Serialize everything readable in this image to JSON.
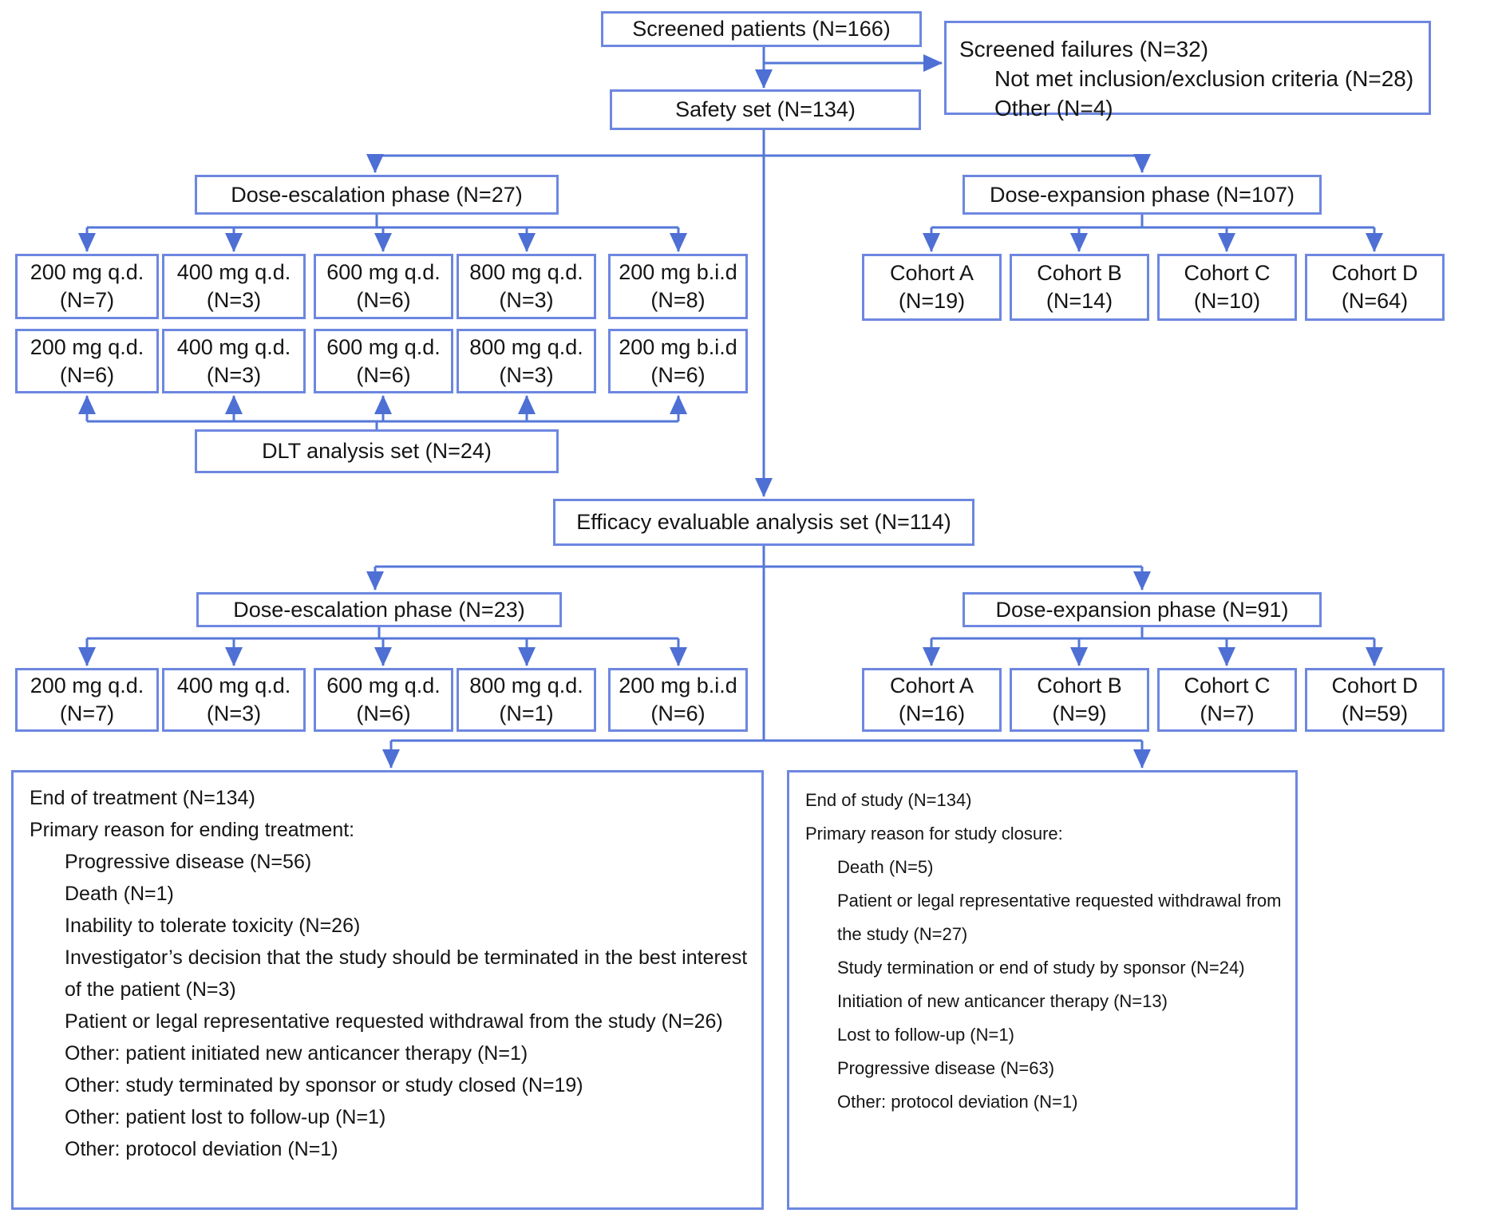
{
  "colors": {
    "box_border": "#6d87e0",
    "connector_line": "#5577d8",
    "arrowhead": "#4e6fd4",
    "text": "#151515",
    "background": "#ffffff"
  },
  "flow": {
    "screened_patients": "Screened patients (N=166)",
    "screened_failures": {
      "title": "Screened failures (N=32)",
      "reason1": "Not met inclusion/exclusion criteria (N=28)",
      "reason2": "Other (N=4)"
    },
    "safety_set": "Safety set (N=134)",
    "dose_escalation_safety": {
      "title": "Dose-escalation phase (N=27)",
      "row1": [
        {
          "dose": "200 mg q.d.",
          "n": "(N=7)"
        },
        {
          "dose": "400 mg q.d.",
          "n": "(N=3)"
        },
        {
          "dose": "600 mg q.d.",
          "n": "(N=6)"
        },
        {
          "dose": "800 mg q.d.",
          "n": "(N=3)"
        },
        {
          "dose": "200 mg b.i.d",
          "n": "(N=8)"
        }
      ],
      "row2": [
        {
          "dose": "200 mg q.d.",
          "n": "(N=6)"
        },
        {
          "dose": "400 mg q.d.",
          "n": "(N=3)"
        },
        {
          "dose": "600 mg q.d.",
          "n": "(N=6)"
        },
        {
          "dose": "800 mg q.d.",
          "n": "(N=3)"
        },
        {
          "dose": "200 mg b.i.d",
          "n": "(N=6)"
        }
      ]
    },
    "dlt_set": "DLT analysis set (N=24)",
    "dose_expansion_safety": {
      "title": "Dose-expansion phase (N=107)",
      "cohorts": [
        {
          "name": "Cohort A",
          "n": "(N=19)"
        },
        {
          "name": "Cohort B",
          "n": "(N=14)"
        },
        {
          "name": "Cohort C",
          "n": "(N=10)"
        },
        {
          "name": "Cohort D",
          "n": "(N=64)"
        }
      ]
    },
    "efficacy_set": "Efficacy evaluable analysis set (N=114)",
    "dose_escalation_efficacy": {
      "title": "Dose-escalation phase (N=23)",
      "row": [
        {
          "dose": "200 mg q.d.",
          "n": "(N=7)"
        },
        {
          "dose": "400 mg q.d.",
          "n": "(N=3)"
        },
        {
          "dose": "600 mg q.d.",
          "n": "(N=6)"
        },
        {
          "dose": "800 mg q.d.",
          "n": "(N=1)"
        },
        {
          "dose": "200 mg b.i.d",
          "n": "(N=6)"
        }
      ]
    },
    "dose_expansion_efficacy": {
      "title": "Dose-expansion phase (N=91)",
      "cohorts": [
        {
          "name": "Cohort A",
          "n": "(N=16)"
        },
        {
          "name": "Cohort B",
          "n": "(N=9)"
        },
        {
          "name": "Cohort C",
          "n": "(N=7)"
        },
        {
          "name": "Cohort D",
          "n": "(N=59)"
        }
      ]
    },
    "end_of_treatment": {
      "items": [
        {
          "t": "End of treatment (N=134)"
        },
        {
          "t": "Primary reason for ending treatment:"
        },
        {
          "t": "Progressive disease  (N=56)"
        },
        {
          "t": "Death (N=1)"
        },
        {
          "t": "Inability to tolerate toxicity (N=26)"
        },
        {
          "t": "Investigator’s decision that the study should be terminated in the best interest of the patient (N=3)"
        },
        {
          "t": "Patient or legal representative requested withdrawal from the study (N=26)"
        },
        {
          "t": "Other: patient initiated new anticancer therapy (N=1)"
        },
        {
          "t": "Other: study terminated by sponsor or study closed (N=19)"
        },
        {
          "t": "Other: patient lost to follow-up (N=1)"
        },
        {
          "t": "Other: protocol deviation (N=1)"
        }
      ]
    },
    "end_of_study": {
      "items": [
        {
          "t": "End of study (N=134)"
        },
        {
          "t": "Primary reason for study closure:"
        },
        {
          "t": "Death (N=5)"
        },
        {
          "t": "Patient or legal representative requested withdrawal from the study (N=27)"
        },
        {
          "t": "Study termination or end of study by sponsor (N=24)"
        },
        {
          "t": "Initiation of new anticancer therapy (N=13)"
        },
        {
          "t": "Lost to follow-up (N=1)"
        },
        {
          "t": "Progressive disease (N=63)"
        },
        {
          "t": "Other: protocol deviation (N=1)"
        }
      ]
    }
  }
}
